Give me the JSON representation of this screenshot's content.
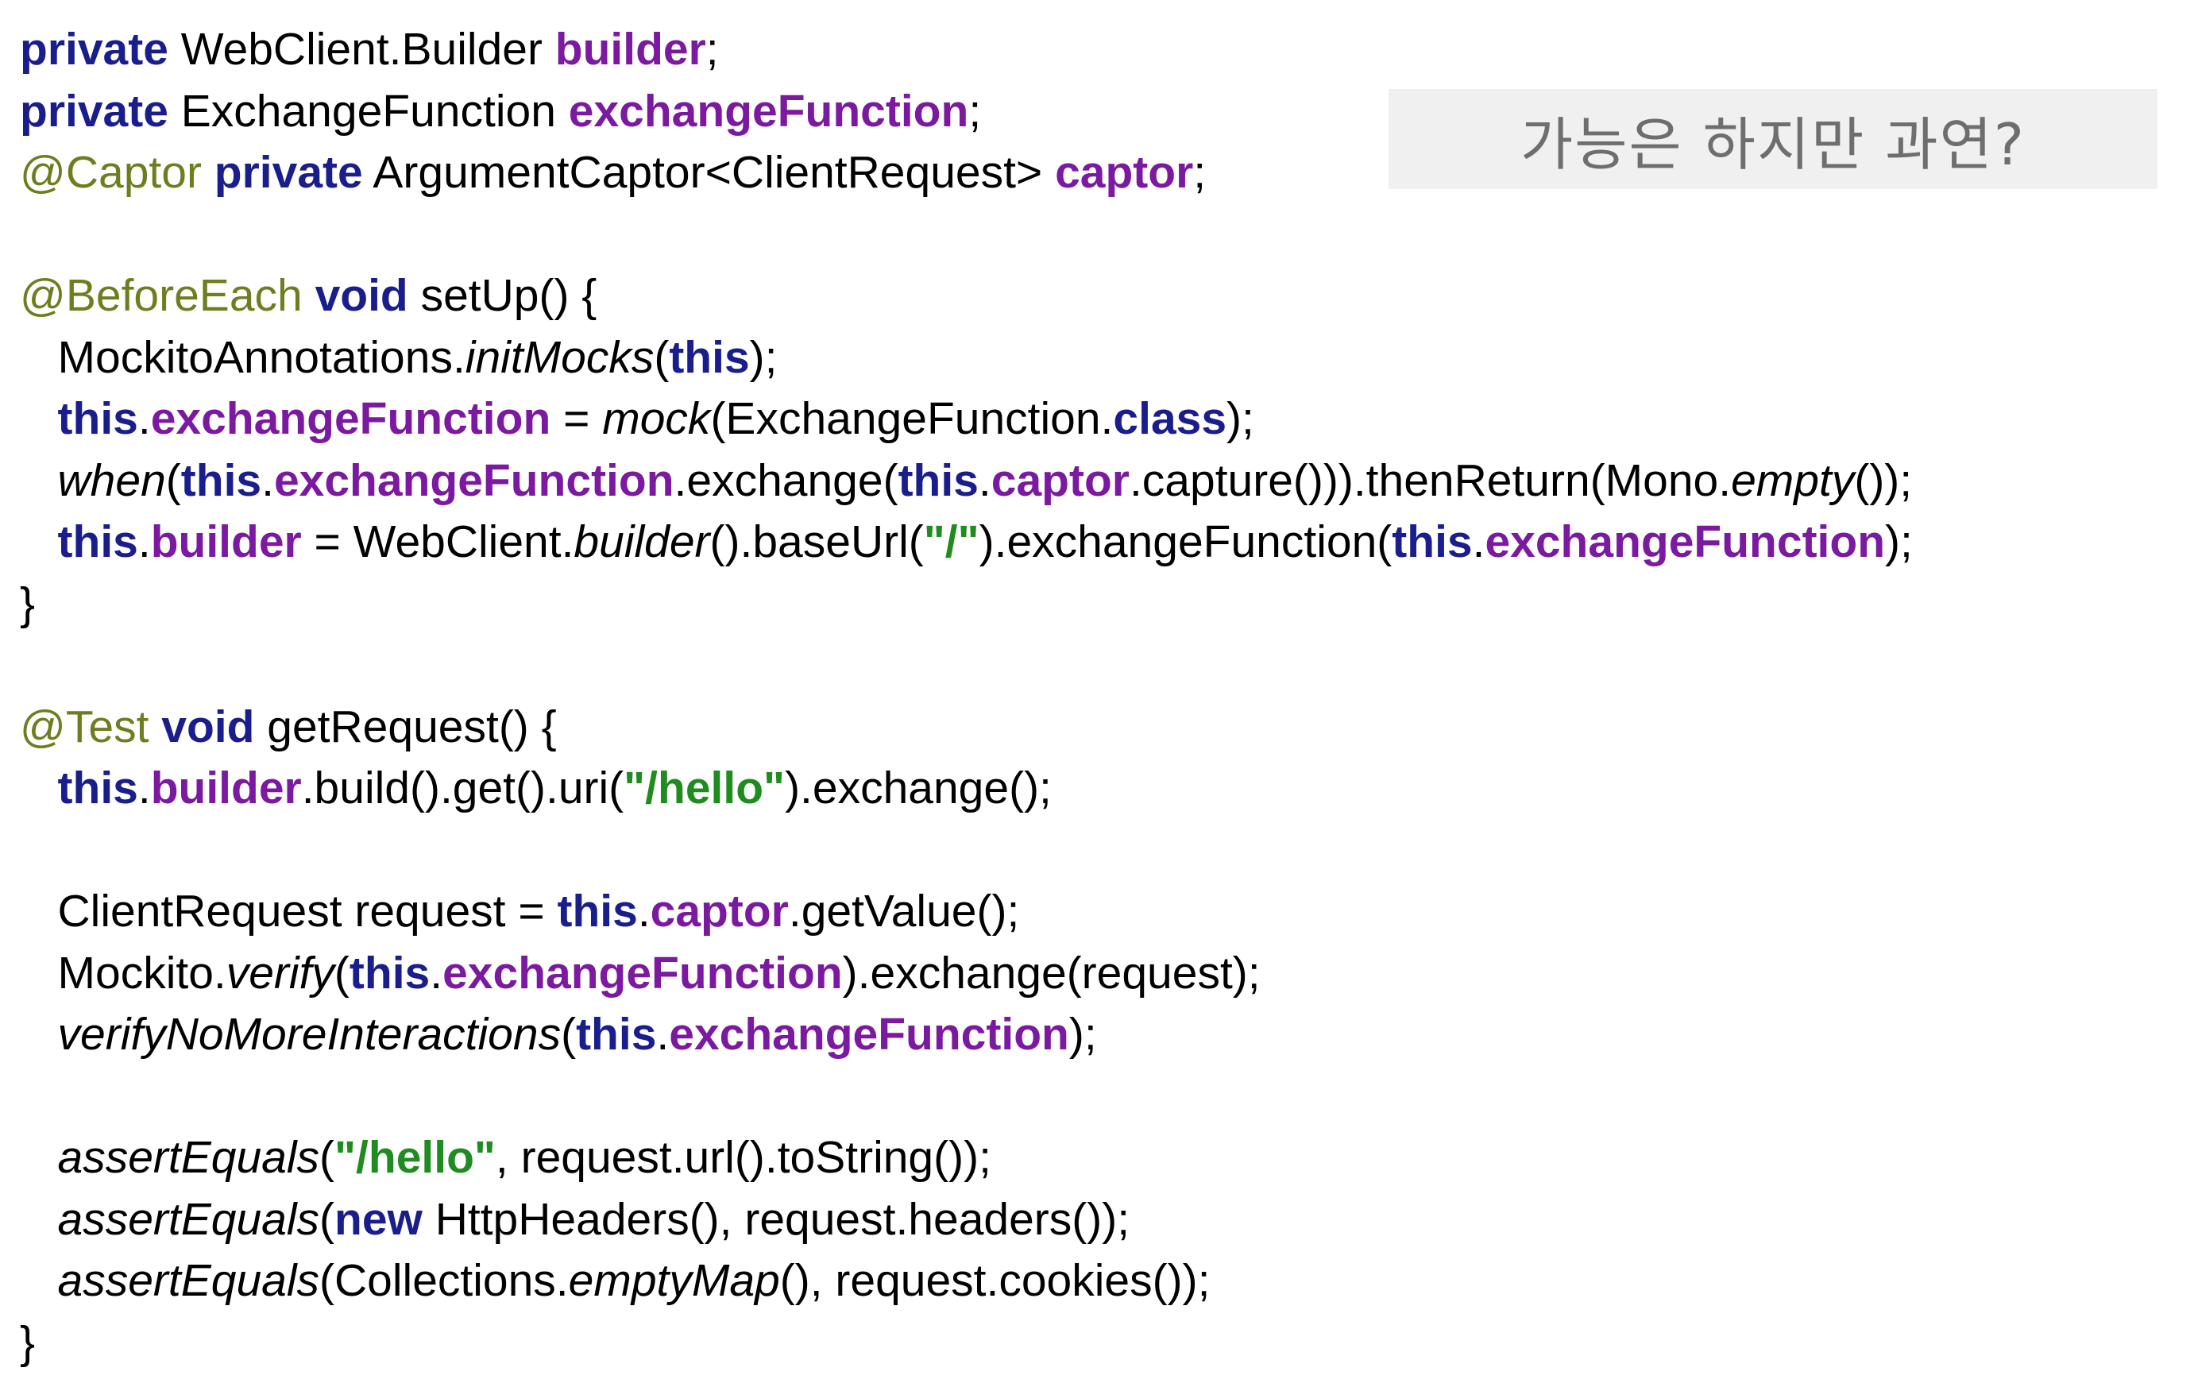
{
  "colors": {
    "keyword": "#1a1d8c",
    "field": "#7b1aa0",
    "annotation": "#6f7d1f",
    "string": "#1f8c1f",
    "callout_background": "#f0f0f0",
    "callout_text": "#6e6e6e"
  },
  "callout": {
    "text": "가능은 하지만 과연?"
  },
  "code_lines": [
    [
      {
        "t": "private",
        "c": "kw"
      },
      {
        "t": " WebClient.Builder ",
        "c": "plain"
      },
      {
        "t": "builder",
        "c": "field"
      },
      {
        "t": ";",
        "c": "plain"
      }
    ],
    [
      {
        "t": "private",
        "c": "kw"
      },
      {
        "t": " ExchangeFunction ",
        "c": "plain"
      },
      {
        "t": "exchangeFunction",
        "c": "field"
      },
      {
        "t": ";",
        "c": "plain"
      }
    ],
    [
      {
        "t": "@Captor",
        "c": "ann"
      },
      {
        "t": " ",
        "c": "plain"
      },
      {
        "t": "private",
        "c": "kw"
      },
      {
        "t": " ArgumentCaptor<ClientRequest> ",
        "c": "plain"
      },
      {
        "t": "captor",
        "c": "field"
      },
      {
        "t": ";",
        "c": "plain"
      }
    ],
    [],
    [
      {
        "t": "@BeforeEach",
        "c": "ann"
      },
      {
        "t": " ",
        "c": "plain"
      },
      {
        "t": "void",
        "c": "kw"
      },
      {
        "t": " setUp() {",
        "c": "plain"
      }
    ],
    [
      {
        "t": "   MockitoAnnotations.",
        "c": "plain"
      },
      {
        "t": "initMocks",
        "c": "it"
      },
      {
        "t": "(",
        "c": "plain"
      },
      {
        "t": "this",
        "c": "kw"
      },
      {
        "t": ");",
        "c": "plain"
      }
    ],
    [
      {
        "t": "   ",
        "c": "plain"
      },
      {
        "t": "this",
        "c": "kw"
      },
      {
        "t": ".",
        "c": "plain"
      },
      {
        "t": "exchangeFunction",
        "c": "field"
      },
      {
        "t": " = ",
        "c": "plain"
      },
      {
        "t": "mock",
        "c": "it"
      },
      {
        "t": "(ExchangeFunction.",
        "c": "plain"
      },
      {
        "t": "class",
        "c": "kw"
      },
      {
        "t": ");",
        "c": "plain"
      }
    ],
    [
      {
        "t": "   ",
        "c": "plain"
      },
      {
        "t": "when",
        "c": "it"
      },
      {
        "t": "(",
        "c": "plain"
      },
      {
        "t": "this",
        "c": "kw"
      },
      {
        "t": ".",
        "c": "plain"
      },
      {
        "t": "exchangeFunction",
        "c": "field"
      },
      {
        "t": ".exchange(",
        "c": "plain"
      },
      {
        "t": "this",
        "c": "kw"
      },
      {
        "t": ".",
        "c": "plain"
      },
      {
        "t": "captor",
        "c": "field"
      },
      {
        "t": ".capture())).thenReturn(Mono.",
        "c": "plain"
      },
      {
        "t": "empty",
        "c": "it"
      },
      {
        "t": "());",
        "c": "plain"
      }
    ],
    [
      {
        "t": "   ",
        "c": "plain"
      },
      {
        "t": "this",
        "c": "kw"
      },
      {
        "t": ".",
        "c": "plain"
      },
      {
        "t": "builder",
        "c": "field"
      },
      {
        "t": " = WebClient.",
        "c": "plain"
      },
      {
        "t": "builder",
        "c": "it"
      },
      {
        "t": "().baseUrl(",
        "c": "plain"
      },
      {
        "t": "\"/\"",
        "c": "str"
      },
      {
        "t": ").exchangeFunction(",
        "c": "plain"
      },
      {
        "t": "this",
        "c": "kw"
      },
      {
        "t": ".",
        "c": "plain"
      },
      {
        "t": "exchangeFunction",
        "c": "field"
      },
      {
        "t": ");",
        "c": "plain"
      }
    ],
    [
      {
        "t": "}",
        "c": "plain"
      }
    ],
    [],
    [
      {
        "t": "@Test",
        "c": "ann"
      },
      {
        "t": " ",
        "c": "plain"
      },
      {
        "t": "void",
        "c": "kw"
      },
      {
        "t": " getRequest() {",
        "c": "plain"
      }
    ],
    [
      {
        "t": "   ",
        "c": "plain"
      },
      {
        "t": "this",
        "c": "kw"
      },
      {
        "t": ".",
        "c": "plain"
      },
      {
        "t": "builder",
        "c": "field"
      },
      {
        "t": ".build().get().uri(",
        "c": "plain"
      },
      {
        "t": "\"/hello\"",
        "c": "str"
      },
      {
        "t": ").exchange();",
        "c": "plain"
      }
    ],
    [],
    [
      {
        "t": "   ClientRequest request = ",
        "c": "plain"
      },
      {
        "t": "this",
        "c": "kw"
      },
      {
        "t": ".",
        "c": "plain"
      },
      {
        "t": "captor",
        "c": "field"
      },
      {
        "t": ".getValue();",
        "c": "plain"
      }
    ],
    [
      {
        "t": "   Mockito.",
        "c": "plain"
      },
      {
        "t": "verify",
        "c": "it"
      },
      {
        "t": "(",
        "c": "plain"
      },
      {
        "t": "this",
        "c": "kw"
      },
      {
        "t": ".",
        "c": "plain"
      },
      {
        "t": "exchangeFunction",
        "c": "field"
      },
      {
        "t": ").exchange(request);",
        "c": "plain"
      }
    ],
    [
      {
        "t": "   ",
        "c": "plain"
      },
      {
        "t": "verifyNoMoreInteractions",
        "c": "it"
      },
      {
        "t": "(",
        "c": "plain"
      },
      {
        "t": "this",
        "c": "kw"
      },
      {
        "t": ".",
        "c": "plain"
      },
      {
        "t": "exchangeFunction",
        "c": "field"
      },
      {
        "t": ");",
        "c": "plain"
      }
    ],
    [],
    [
      {
        "t": "   ",
        "c": "plain"
      },
      {
        "t": "assertEquals",
        "c": "it"
      },
      {
        "t": "(",
        "c": "plain"
      },
      {
        "t": "\"/hello\"",
        "c": "str"
      },
      {
        "t": ", request.url().toString());",
        "c": "plain"
      }
    ],
    [
      {
        "t": "   ",
        "c": "plain"
      },
      {
        "t": "assertEquals",
        "c": "it"
      },
      {
        "t": "(",
        "c": "plain"
      },
      {
        "t": "new",
        "c": "kw"
      },
      {
        "t": " HttpHeaders(), request.headers());",
        "c": "plain"
      }
    ],
    [
      {
        "t": "   ",
        "c": "plain"
      },
      {
        "t": "assertEquals",
        "c": "it"
      },
      {
        "t": "(Collections.",
        "c": "plain"
      },
      {
        "t": "emptyMap",
        "c": "it"
      },
      {
        "t": "(), request.cookies());",
        "c": "plain"
      }
    ],
    [
      {
        "t": "}",
        "c": "plain"
      }
    ]
  ]
}
